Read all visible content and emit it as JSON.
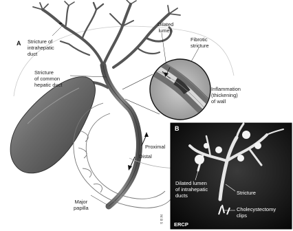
{
  "panel_a": {
    "letter": "A",
    "labels": {
      "stricture_intrahepatic": "Stricture of\nintrahepatic\nduct",
      "stricture_common_hepatic": "Stricture\nof common\nhepatic duct",
      "dilated_lumen": "Dilated\nlumen",
      "fibrotic_stricture": "Fibrotic\nstricture",
      "inflammation": "Inflammation\n(thickening)\nof wall",
      "proximal": "Proximal",
      "distal": "Distal",
      "major_papilla": "Major\npapilla"
    },
    "signature": "M B S"
  },
  "panel_b": {
    "letter": "B",
    "labels": {
      "dilated_lumen_intrahepatic": "Dilated lumen\nof intrahepatic\nducts",
      "stricture": "Stricture",
      "cholecystectomy_clips": "Cholecystectomy\nclips",
      "ercp": "ERCP"
    }
  }
}
